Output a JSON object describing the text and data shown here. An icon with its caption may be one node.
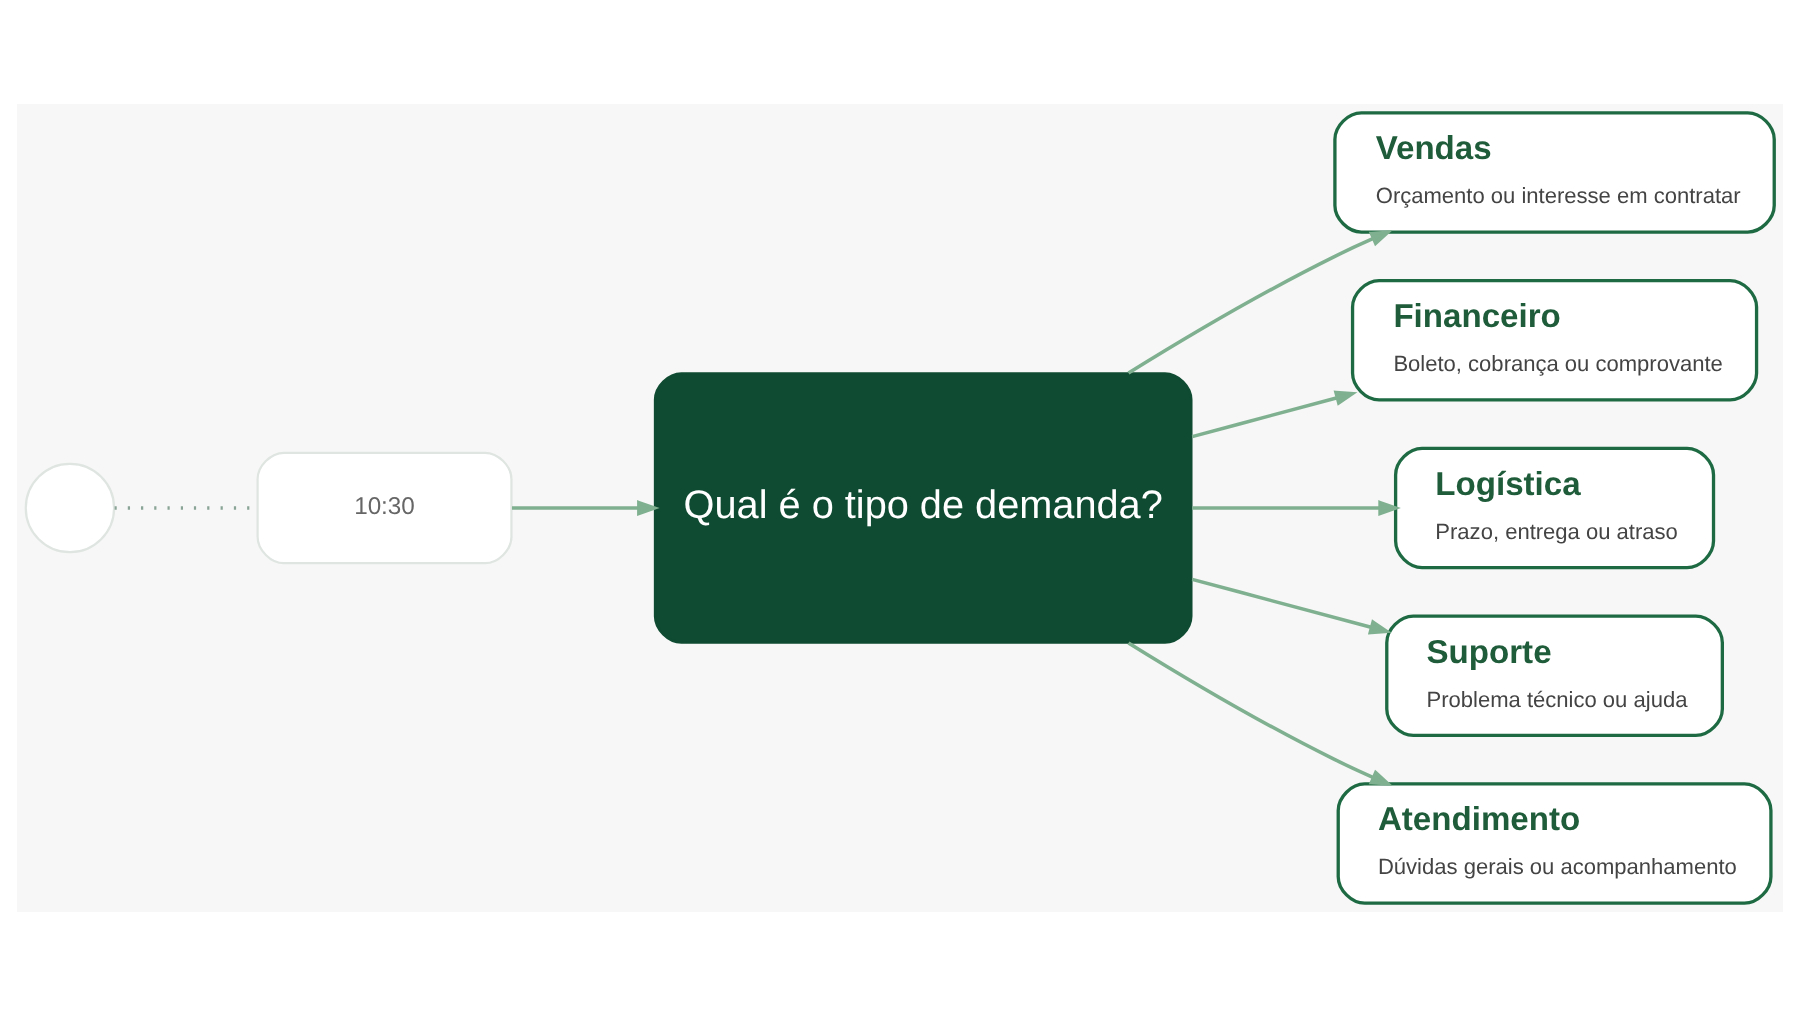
{
  "diagram": {
    "nodes": [
      {
        "text": [],
        "shape": "circle"
      },
      {
        "text": [
          "10:30"
        ]
      },
      {
        "text": [
          "Qual é o tipo de demanda?"
        ]
      },
      {
        "text": [
          "Vendas",
          "Orçamento ou interesse em contratar"
        ]
      },
      {
        "text": [
          "Financeiro",
          "Boleto, cobrança ou comprovante"
        ]
      },
      {
        "text": [
          "Logística",
          "Prazo, entrega ou atraso"
        ]
      },
      {
        "text": [
          "Suporte",
          "Problema técnico ou ajuda"
        ]
      },
      {
        "text": [
          "Atendimento",
          "Dúvidas gerais ou acompanhamento"
        ]
      }
    ],
    "edges": [
      {
        "from": 0,
        "to": 1,
        "arrow": "none",
        "style": "dashed",
        "color": "#8aa597"
      },
      {
        "from": 1,
        "to": 2,
        "arrow": "to"
      },
      {
        "from": 2,
        "to": 3,
        "arrow": "to"
      },
      {
        "from": 2,
        "to": 4,
        "arrow": "to"
      },
      {
        "from": 2,
        "to": 5,
        "arrow": "to"
      },
      {
        "from": 2,
        "to": 6,
        "arrow": "to"
      },
      {
        "from": 2,
        "to": 7,
        "arrow": "to"
      }
    ]
  }
}
